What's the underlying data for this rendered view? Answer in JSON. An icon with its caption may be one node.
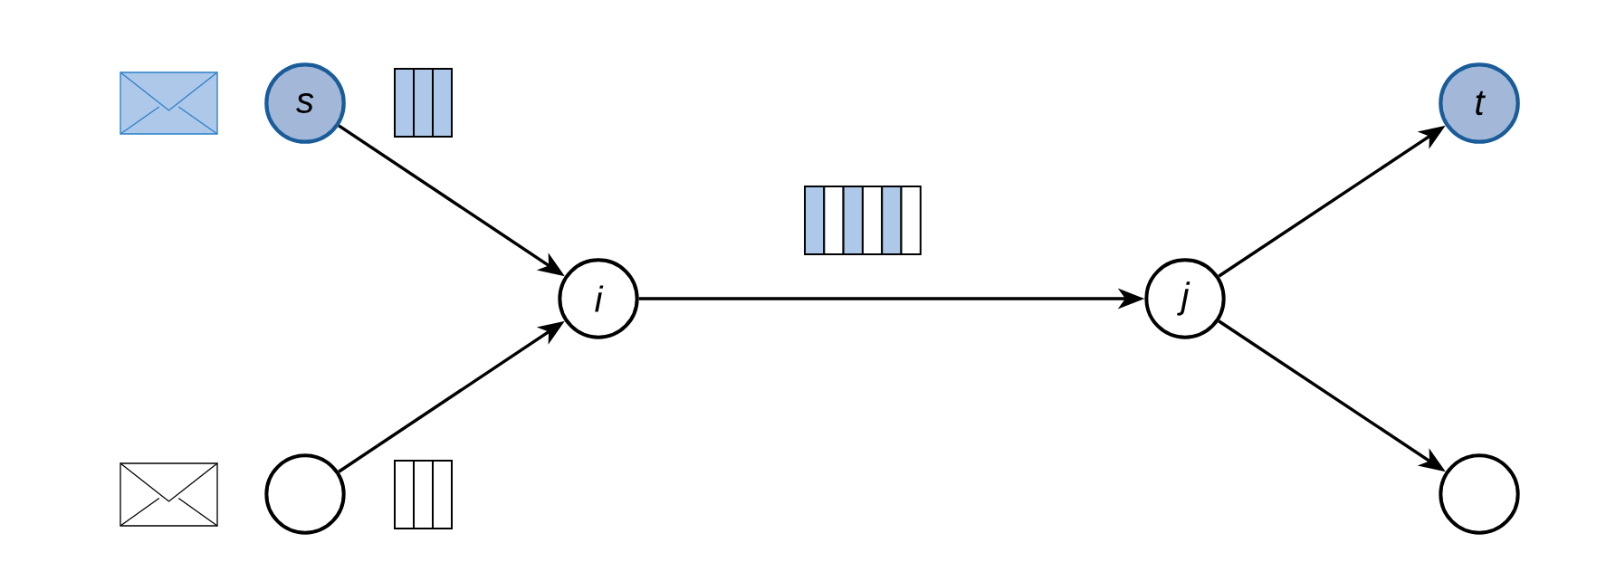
{
  "diagram": {
    "nodes": [
      {
        "text": [
          "s"
        ]
      },
      {
        "text": [],
        "shape": "circle"
      },
      {
        "text": [
          "i"
        ]
      },
      {
        "text": [
          "j"
        ]
      },
      {
        "text": [
          "t"
        ]
      },
      {
        "text": [],
        "shape": "circle"
      }
    ],
    "edges": [
      {
        "from": 0,
        "to": 2,
        "arrow": "to"
      },
      {
        "from": 1,
        "to": 2,
        "arrow": "to"
      },
      {
        "from": 2,
        "to": 3,
        "arrow": "to"
      },
      {
        "from": 3,
        "to": 4,
        "arrow": "to"
      },
      {
        "from": 3,
        "to": 5,
        "arrow": "to"
      }
    ]
  }
}
